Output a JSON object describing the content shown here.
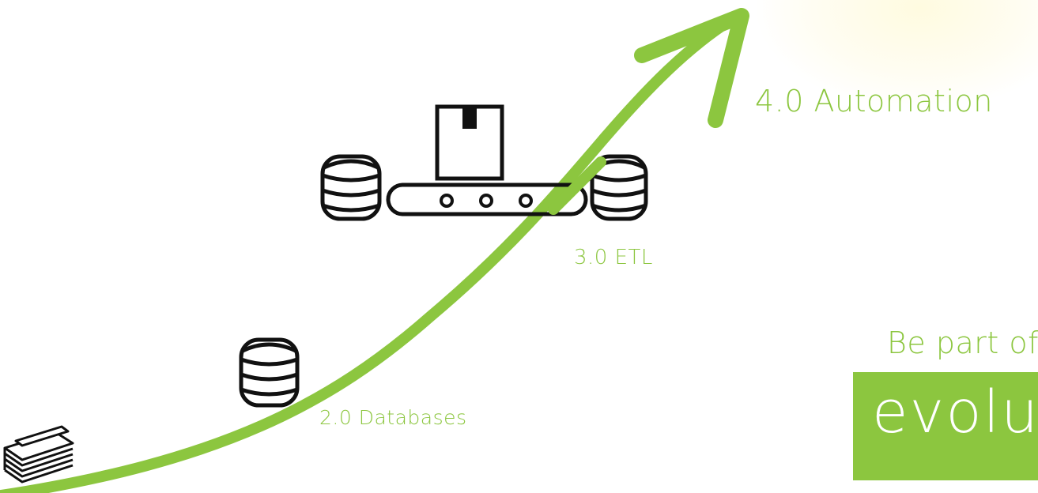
{
  "labels": {
    "databases": "2.0 Databases",
    "etl": "3.0 ETL",
    "automation": "4.0 Automation"
  },
  "tagline": "Be part of",
  "highlight": "evolu",
  "colors": {
    "accent": "#8cc63f",
    "icon_stroke": "#111111",
    "background": "#ffffff",
    "highlight_text": "#ffffff"
  },
  "icons": [
    "paper-stack-icon",
    "database-icon",
    "conveyor-belt-icon",
    "box-icon",
    "growth-arrow-icon"
  ]
}
